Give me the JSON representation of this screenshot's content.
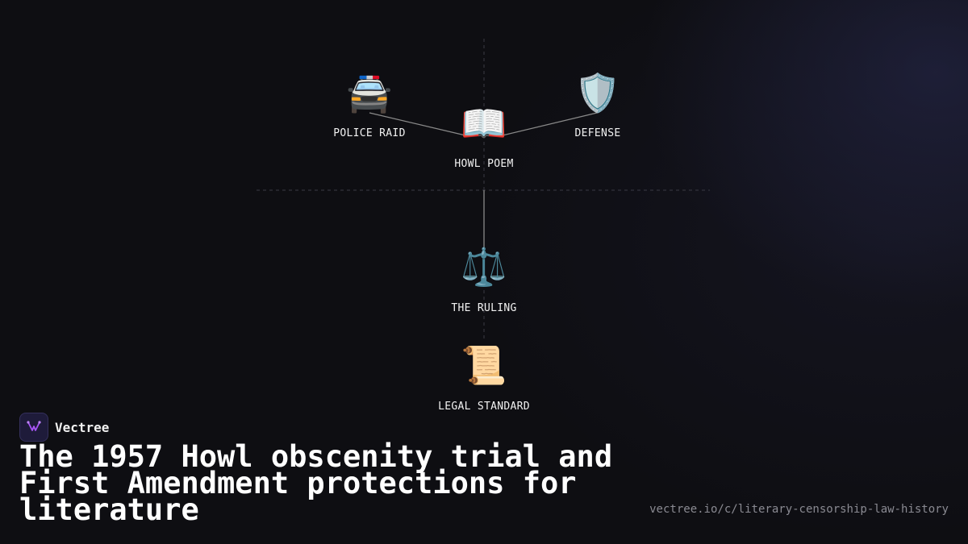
{
  "diagram": {
    "nodes": [
      {
        "id": "police-raid",
        "icon": "🚔",
        "icon_name": "police-car-icon",
        "label": "POLICE RAID"
      },
      {
        "id": "howl-poem",
        "icon": "📖",
        "icon_name": "open-book-icon",
        "label": "HOWL POEM"
      },
      {
        "id": "defense",
        "icon": "🛡️",
        "icon_name": "shield-icon",
        "label": "DEFENSE"
      },
      {
        "id": "the-ruling",
        "icon": "⚖️",
        "icon_name": "scales-icon",
        "label": "THE RULING"
      },
      {
        "id": "legal-standard",
        "icon": "📜",
        "icon_name": "scroll-icon",
        "label": "LEGAL STANDARD"
      }
    ]
  },
  "brand": {
    "name": "Vectree",
    "logo_color": "#a855f7"
  },
  "title": "The 1957 Howl obscenity trial and First Amendment protections for literature",
  "url": "vectree.io/c/literary-censorship-law-history",
  "colors": {
    "background": "#0e0e12",
    "edge": "#8a8a8a",
    "guide": "#3a3a44"
  }
}
